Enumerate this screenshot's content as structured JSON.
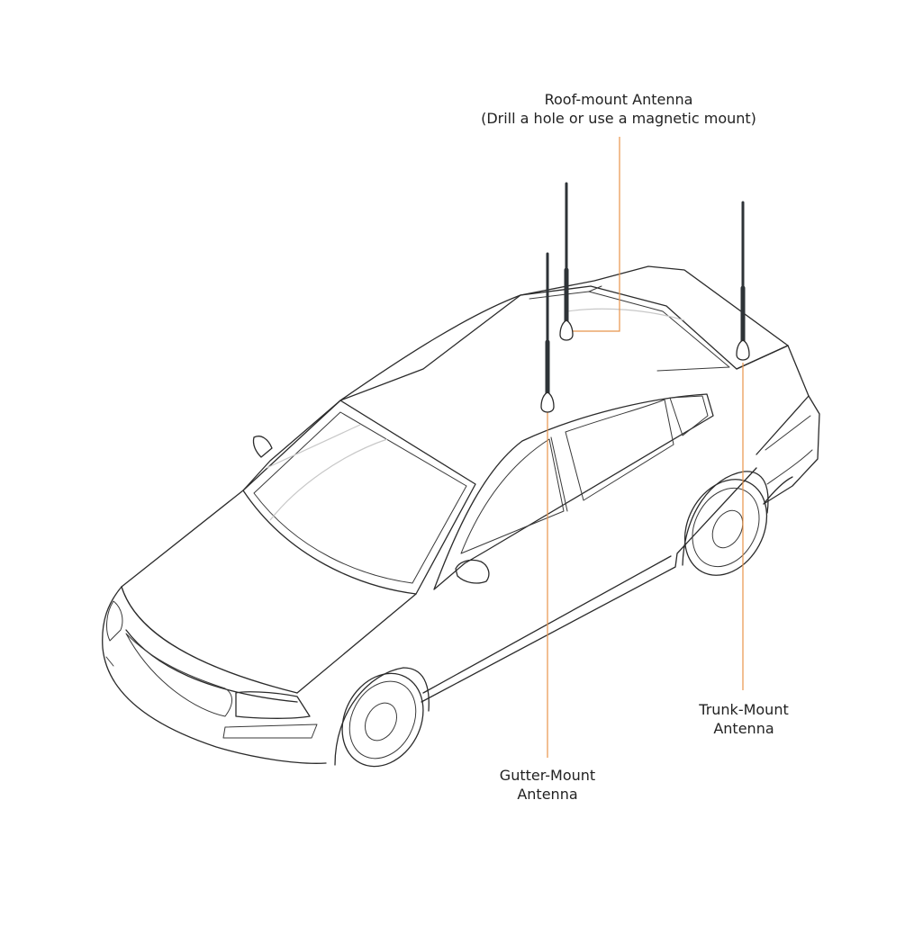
{
  "diagram": {
    "leader_color": "#e8944a",
    "antennas": [
      {
        "id": "roof",
        "line1": "Roof-mount Antenna",
        "line2": "(Drill a hole or use a magnetic mount)"
      },
      {
        "id": "gutter",
        "line1": "Gutter-Mount",
        "line2": "Antenna"
      },
      {
        "id": "trunk",
        "line1": "Trunk-Mount",
        "line2": "Antenna"
      }
    ]
  }
}
